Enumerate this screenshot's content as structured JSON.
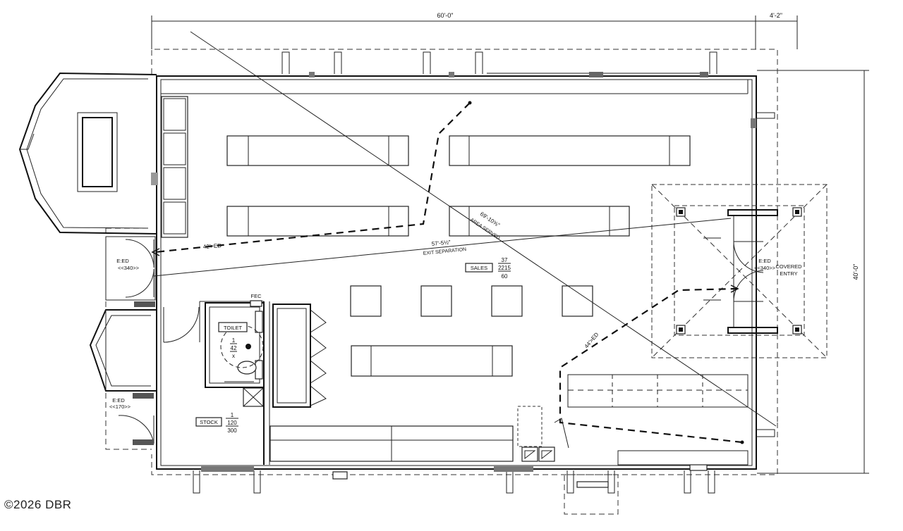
{
  "dimensions": {
    "overall_width": "60'-0\"",
    "extra_width": "4'-2\"",
    "overall_depth": "40'-0\""
  },
  "diagonals": {
    "area_served_length": "69'-10⅝\"",
    "area_served_label": "AREA SERVED",
    "exit_separation_length": "57'-5½\"",
    "exit_separation_label": "EXIT SEPARATION"
  },
  "travel_distances": {
    "west": "42'>ED",
    "east": "44'>ED"
  },
  "rooms": {
    "sales": {
      "label": "SALES",
      "num": "37",
      "area": "2215",
      "occ": "60"
    },
    "stock": {
      "label": "STOCK",
      "num": "1",
      "area": "120",
      "occ": "300"
    },
    "toilet": {
      "label": "TOILET",
      "num": "1",
      "area": "42",
      "occ": "x"
    },
    "fec": "FEC"
  },
  "exits": {
    "west_upper": {
      "code": "E:ED",
      "width": "<<340>>"
    },
    "west_lower": {
      "code": "E:ED",
      "width": "<<170>>"
    },
    "east": {
      "code": "E:ED",
      "width": "<<340>>"
    }
  },
  "covered_entry": {
    "line1": "COVERED",
    "line2": "ENTRY"
  },
  "watermark": "©2026 DBR"
}
